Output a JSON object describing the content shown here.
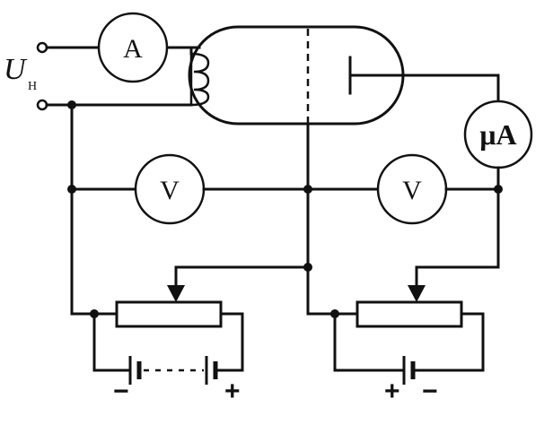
{
  "terminal_label": {
    "main": "U",
    "subscript": "H"
  },
  "meters": {
    "heater_ammeter": "A",
    "grid_voltmeter": "V",
    "plate_voltmeter": "V",
    "plate_microammeter": "μA"
  },
  "battery_left": {
    "negative": "−",
    "positive": "+"
  },
  "battery_right": {
    "positive": "+",
    "negative": "−"
  }
}
